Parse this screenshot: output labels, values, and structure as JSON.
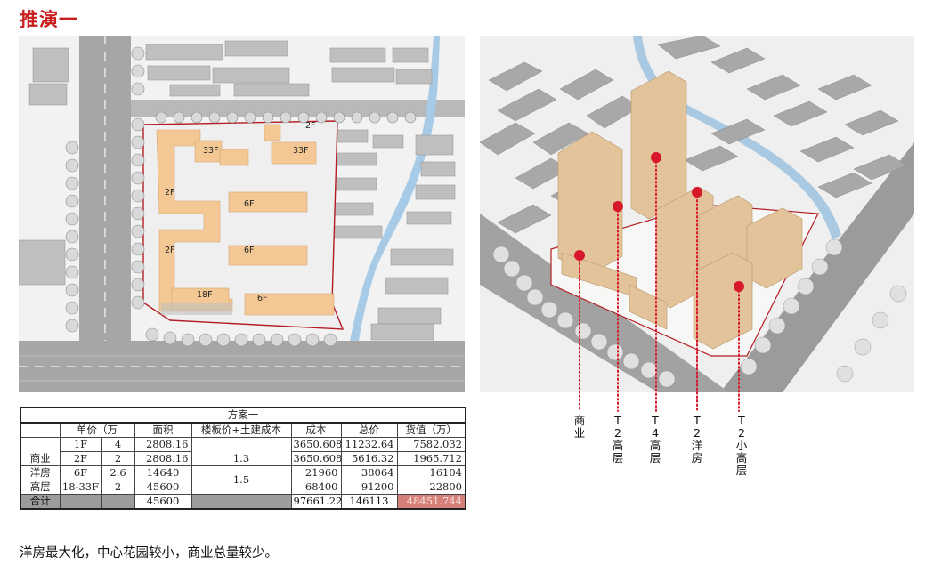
{
  "page": {
    "title": "推演一"
  },
  "plan": {
    "floor_labels": [
      "33F",
      "33F",
      "2F",
      "2F",
      "6F",
      "6F",
      "2F",
      "18F",
      "6F"
    ]
  },
  "render": {
    "legend": [
      "商业",
      "T2高层",
      "T4高层",
      "T2洋房",
      "T2小高层"
    ],
    "marker_color": "#d7182a"
  },
  "table": {
    "title": "方案一",
    "headers": [
      "单价（万",
      "面积",
      "楼板价+土建成本",
      "成本",
      "总价",
      "货值（万）"
    ],
    "rows": [
      {
        "group": "",
        "floor": "1F",
        "unit_price": "4",
        "area": "2808.16",
        "land_cost": "",
        "cost": "3650.608",
        "total_price": "11232.64",
        "value": "7582.032"
      },
      {
        "group": "商业",
        "floor": "2F",
        "unit_price": "2",
        "area": "2808.16",
        "land_cost": "1.3",
        "cost": "3650.608",
        "total_price": "5616.32",
        "value": "1965.712"
      },
      {
        "group": "洋房",
        "floor": "6F",
        "unit_price": "2.6",
        "area": "14640",
        "land_cost": "",
        "cost": "21960",
        "total_price": "38064",
        "value": "16104"
      },
      {
        "group": "高层",
        "floor": "18-33F",
        "unit_price": "2",
        "area": "45600",
        "land_cost": "1.5",
        "cost": "68400",
        "total_price": "91200",
        "value": "22800"
      }
    ],
    "total": {
      "label": "合计",
      "area": "45600",
      "cost": "97661.22",
      "total_price": "146113",
      "value": "48451.744"
    },
    "colors": {
      "total_bg": "#9c9c9c",
      "value_highlight": "#d7807a"
    }
  },
  "summary": "洋房最大化，中心花园较小，商业总量较少。"
}
